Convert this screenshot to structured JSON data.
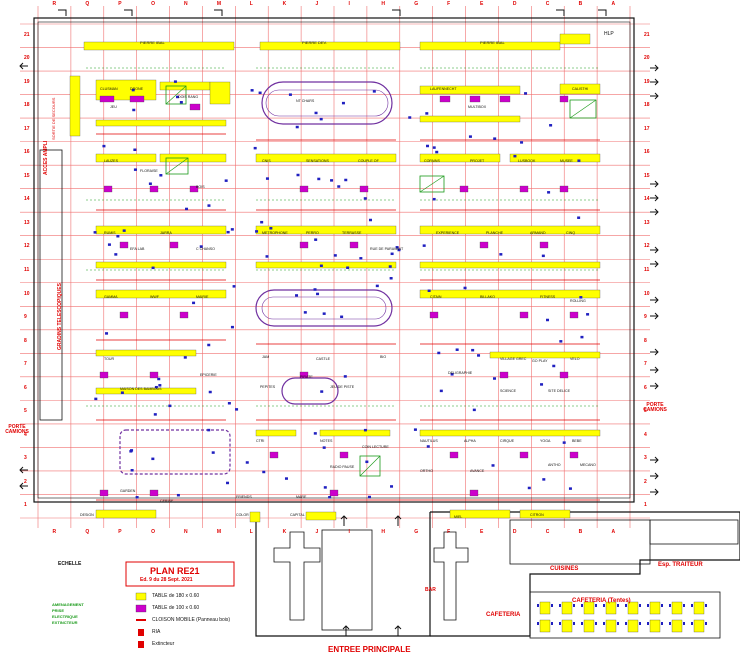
{
  "grid": {
    "column_letters": [
      "R",
      "Q",
      "P",
      "O",
      "N",
      "M",
      "L",
      "K",
      "J",
      "I",
      "H",
      "G",
      "F",
      "E",
      "D",
      "C",
      "B",
      "A"
    ],
    "row_numbers": [
      "21",
      "20",
      "19",
      "18",
      "17",
      "16",
      "15",
      "14",
      "13",
      "12",
      "11",
      "10",
      "9",
      "8",
      "7",
      "6",
      "5",
      "4",
      "3",
      "2",
      "1"
    ]
  },
  "zones": {
    "top_left": "PIERRE IBAL",
    "top_center": "PIERRE DEV.",
    "top_right": "PIERRE IBAL",
    "hlp": "HLP",
    "cafeteria": "CAFETERIA",
    "cafeteria_tentes": "CAFETERIA (Tentes)",
    "cuisines": "CUISINES",
    "esp_traiteur": "Esp. TRAITEUR",
    "bar": "BAR",
    "entree": "ENTREE PRINCIPALE",
    "porte_left": "PORTE CAMIONS",
    "porte_right": "PORTE CAMIONS",
    "gradins": "GRADINS TELESCOPIQUES",
    "acces_ampli": "ACCES AMPLI",
    "sortie_secours": "SORTIE DE SECOURS",
    "echelle": "ECHELLE"
  },
  "legend": {
    "title": "PLAN RE21",
    "edition": "Ed. 9 du 28 Sept. 2021",
    "items": [
      {
        "label": "TABLE de 180 x 0.60",
        "color": "#ffff00"
      },
      {
        "label": "TABLE de 100 x 0.60",
        "color": "#cc00cc"
      },
      {
        "label": "CLOISON MOBILE (Panneau bois)",
        "color": "#e00000"
      },
      {
        "label": "RIA",
        "color": "#e00000"
      },
      {
        "label": "Extincteur",
        "color": "#e00000"
      }
    ],
    "left_note": [
      "AMENAGEMENT",
      "PRISE",
      "ELECTRIQUE",
      "EXTINCTEUR"
    ]
  },
  "stands": {
    "labels": [
      "CLUSMAN",
      "DRONE",
      "DOIS RANG",
      "JEU",
      "NT CHARS",
      "LAUFENNECHT",
      "MULTIBOX",
      "CALISTHI",
      "LAUZES",
      "FLORAISE",
      "BOIS",
      "CNIS",
      "SENSATIONS",
      "COUPLE OF",
      "COPAINS",
      "PROJET",
      "LUSBOOK",
      "MUSEE",
      "RUMIS",
      "EFA LAB",
      "JARRA",
      "C CHANSO",
      "METROPHONE",
      "PERRO",
      "TERRASSE",
      "RUE DE PARAVANT",
      "EXPERIENCE",
      "PLANCHE",
      "ARMAND",
      "CINQ",
      "GAMMA",
      "WWF",
      "MAIRIE",
      "CITAIN",
      "BILLAKO",
      "FITNESS",
      "ROLLING",
      "TOUR",
      "MAISON DES BAMBOUS",
      "EPICERIE",
      "JAM",
      "CASTLE",
      "BIO",
      "DELIGRAPHIE",
      "VILLAGE GREC",
      "GO PLAY",
      "VELO",
      "SCIENCE",
      "SITE DELICE",
      "CTRI",
      "NOTES",
      "RADIO PAUSE",
      "COIN LECTURE",
      "NAUTILUS",
      "ALPHA",
      "CIRQUE",
      "YOGA",
      "BEBE",
      "ANTHO",
      "MECANO",
      "DESIGN",
      "GARDEN",
      "CERISE",
      "COLOR",
      "CAPITAL",
      "MIEL",
      "CITRON",
      "FRIENDS",
      "MARE",
      "ORTHO",
      "AVANCE",
      "JEU DE PISTE",
      "PIRATE",
      "PEPITES"
    ]
  },
  "colors": {
    "grid_line": "#f07070",
    "red": "#e00000",
    "yellow": "#ffff00",
    "magenta": "#cc00cc",
    "green": "#1a9a1a",
    "blue": "#2020c0",
    "black": "#111111"
  }
}
